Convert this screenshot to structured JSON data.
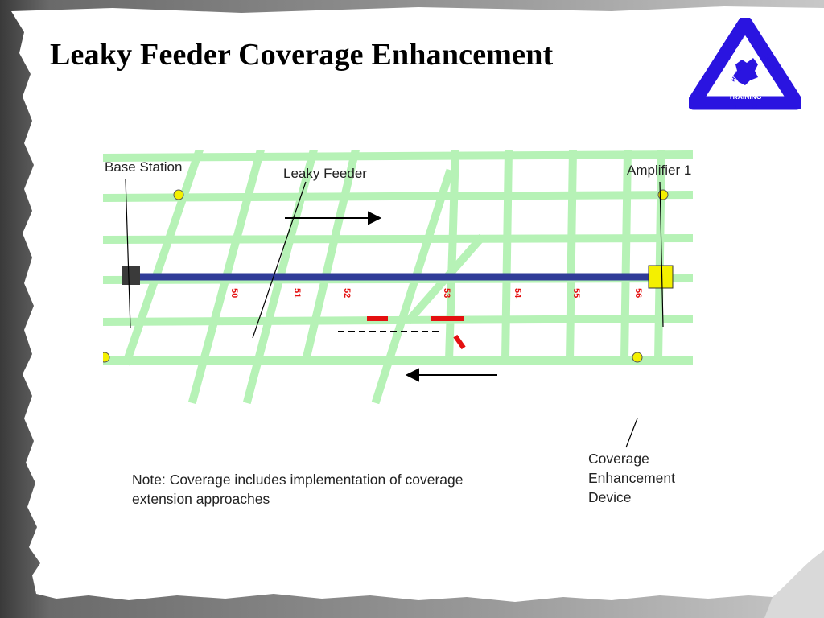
{
  "slide": {
    "title": "Leaky Feeder Coverage Enhancement"
  },
  "logo": {
    "org_left": "WEST VIRGINIA",
    "org_left_2": "HEALTH",
    "org_right": "OFFICE OF",
    "org_right_2": "SAFETY",
    "org_bottom": "TRAINING",
    "org_bottom_2": "MINERS",
    "color": "#2a14e0"
  },
  "diagram": {
    "labels": {
      "base_station": "Base Station",
      "leaky_feeder": "Leaky Feeder",
      "amplifier": "Amplifier 1"
    },
    "note_lines": [
      "Note:  Coverage includes implementation of coverage",
      "extension approaches"
    ],
    "device_lines": [
      "Coverage",
      "Enhancement",
      "Device"
    ],
    "crosscut_numbers": [
      "50",
      "51",
      "52",
      "53",
      "54",
      "55",
      "56"
    ],
    "colors": {
      "entries": "#b6f2b6",
      "feeder": "#303c98",
      "amplifier": "#f4f000",
      "markers": "#e41010"
    }
  }
}
